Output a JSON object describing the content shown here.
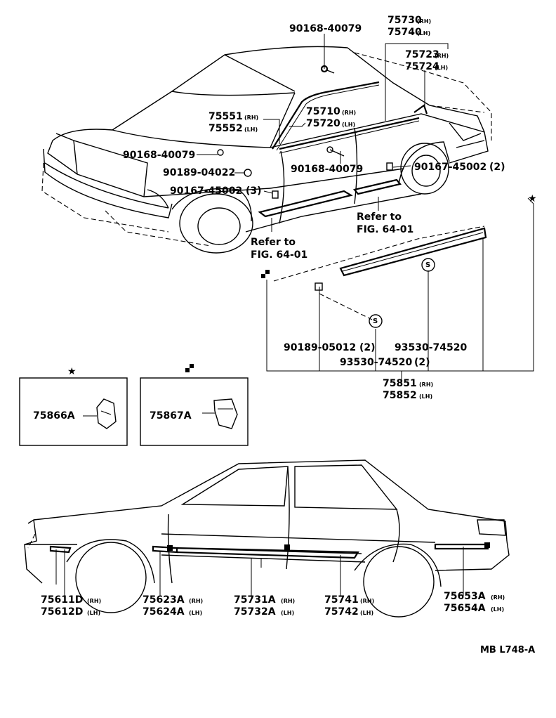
{
  "labels": {
    "top_clip": "90168-40079",
    "rh_outer_trim": "75730",
    "lh_outer_trim": "75740",
    "rh_end": "75723",
    "lh_end": "75724",
    "rh_pillar": "75551",
    "lh_pillar": "75552",
    "rh_belt": "75710",
    "lh_belt": "75720",
    "left_clip": "90168-40079",
    "nut_a": "90189-04022",
    "screw_a": "90167-45002",
    "screw_a_qty": "(3)",
    "mid_clip": "90168-40079",
    "screw_b": "90167-45002",
    "screw_b_qty": "(2)",
    "refer1_a": "Refer to",
    "refer1_b": "FIG. 64-01",
    "refer2_a": "Refer to",
    "refer2_b": "FIG. 64-01",
    "nut_b": "90189-05012",
    "nut_b_qty": "(2)",
    "s_clip_a": "93530-74520",
    "s_clip_b": "93530-74520",
    "s_clip_b_qty": "(2)",
    "rh_rocker": "75851",
    "lh_rocker": "75852",
    "star_clip": "75866A",
    "checker_clip": "75867A",
    "rh_front_fender": "75611D",
    "lh_front_fender": "75612D",
    "rh_front_door_lower": "75623A",
    "lh_front_door_lower": "75624A",
    "rh_front_door": "75731A",
    "lh_front_door": "75732A",
    "rh_rear_door": "75741",
    "lh_rear_door": "75742",
    "rh_quarter": "75653A",
    "lh_quarter": "75654A",
    "rh": "(RH)",
    "lh": "(LH)",
    "s_symbol": "S",
    "star_symbol": "★",
    "diagram_code": "MB L748-A"
  }
}
